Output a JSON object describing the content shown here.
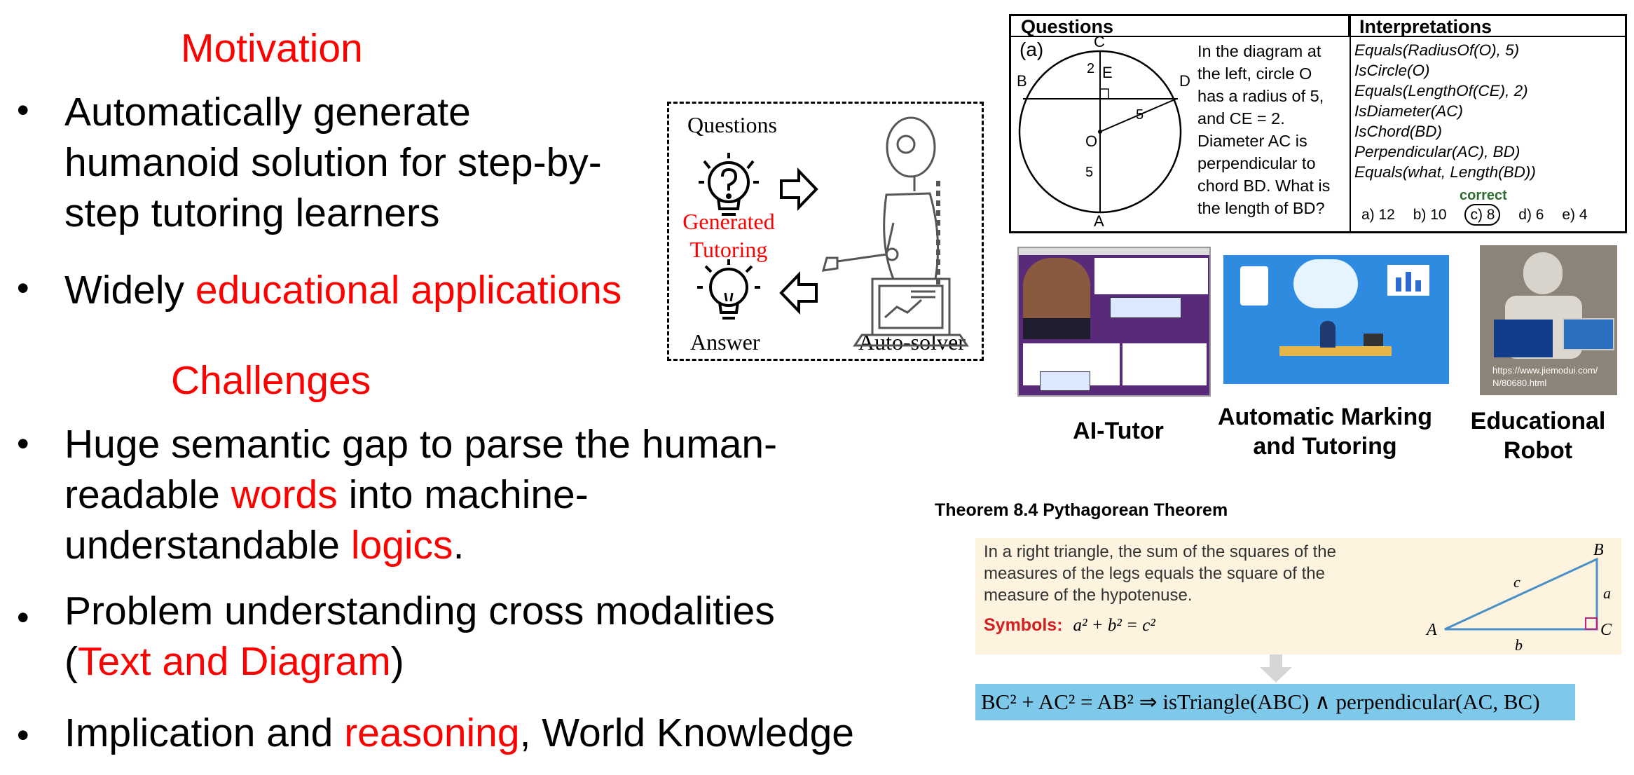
{
  "motivation": {
    "heading": "Motivation",
    "bullet1": {
      "line1": "Automatically generate",
      "line2": "humanoid solution for step-by-",
      "line3": "step tutoring learners"
    },
    "bullet2": {
      "prefix": "Widely ",
      "highlight": "educational applications"
    }
  },
  "challenges": {
    "heading": "Challenges",
    "bullet1": {
      "line1": "Huge semantic gap to parse the human-",
      "line2_a": "readable ",
      "line2_b": "words",
      "line2_c": " into machine-",
      "line3_a": "understandable ",
      "line3_b": "logics",
      "line3_c": "."
    },
    "bullet2": {
      "line1": "Problem understanding cross modalities",
      "line2_a": "(",
      "line2_b": "Text and Diagram",
      "line2_c": ")"
    },
    "bullet3": {
      "a": "Implication and ",
      "b": "reasoning",
      "c": ", World Knowledge"
    }
  },
  "bullet_char": "•",
  "flow": {
    "questions": "Questions",
    "generated_line1": "Generated",
    "generated_line2": "Tutoring",
    "answer": "Answer",
    "auto_solver": "Auto-solver"
  },
  "question_table": {
    "header_left": "Questions",
    "header_right": "Interpretations",
    "label": "(a)",
    "diagram_labels": {
      "C": "C",
      "B": "B",
      "D": "D",
      "E": "E",
      "O": "O",
      "A": "A",
      "n2": "2",
      "n5a": "5",
      "n5b": "5"
    },
    "question_lines": [
      "In the diagram at",
      "the left, circle O",
      "has a radius of 5,",
      "and CE = 2.",
      "Diameter AC is",
      "perpendicular to",
      "chord BD. What is",
      "the length of BD?"
    ],
    "interpretations": [
      "Equals(RadiusOf(O), 5)",
      "IsCircle(O)",
      "Equals(LengthOf(CE), 2)",
      "IsDiameter(AC)",
      "IsChord(BD)",
      "Perpendicular(AC), BD)",
      "Equals(what, Length(BD))"
    ],
    "correct_label": "correct",
    "choices": [
      "a) 12",
      "b) 10",
      "c) 8",
      "d) 6",
      "e) 4"
    ]
  },
  "applications": {
    "ai_tutor": "AI-Tutor",
    "marking_line1": "Automatic Marking",
    "marking_line2": "and Tutoring",
    "robot_line1": "Educational",
    "robot_line2": "Robot",
    "robot_url_line1": "https://www.jiemodui.com/",
    "robot_url_line2": "N/80680.html"
  },
  "theorem": {
    "title": "Theorem 8.4  Pythagorean Theorem",
    "line1": "In a right triangle, the sum of the squares of the",
    "line2": "measures of the legs equals the square of the",
    "line3": "measure of the hypotenuse.",
    "symbols_label": "Symbols:",
    "symbols_formula": "a² + b² = c²",
    "tri_labels": {
      "A": "A",
      "B": "B",
      "C": "C",
      "a": "a",
      "b": "b",
      "c": "c"
    },
    "logic_formula": "BC² + AC² = AB² ⇒ isTriangle(ABC) ∧ perpendicular(AC, BC)"
  },
  "colors": {
    "accent_red": "#ff0000",
    "formula_bg": "#7ec8ea",
    "theorem_bg": "#fdf3de",
    "symbols_red": "#d42020",
    "triangle_blue": "#4a90c8",
    "ai_tutor_purple": "#5a2a7a"
  }
}
